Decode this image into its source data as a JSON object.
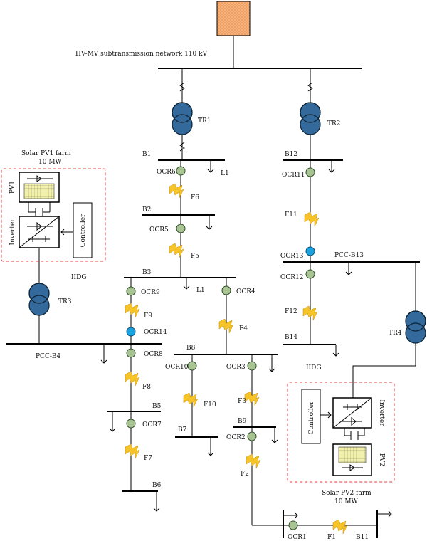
{
  "network_label": "HV-MV subtransmission network 110 kV",
  "transformers": {
    "tr1": "TR1",
    "tr2": "TR2",
    "tr3": "TR3",
    "tr4": "TR4"
  },
  "buses": {
    "b1": "B1",
    "b2": "B2",
    "b3": "B3",
    "b5": "B5",
    "b6": "B6",
    "b7": "B7",
    "b8": "B8",
    "b9": "B9",
    "b11": "B11",
    "b12": "B12",
    "b14": "B14",
    "pcc_b4": "PCC-B4",
    "pcc_b13": "PCC-B13"
  },
  "loads": {
    "l1_top": "L1",
    "l1_mid": "L1"
  },
  "relays": {
    "ocr1": "OCR1",
    "ocr2": "OCR2",
    "ocr3": "OCR3",
    "ocr4": "OCR4",
    "ocr5": "OCR5",
    "ocr6": "OCR6",
    "ocr7": "OCR7",
    "ocr8": "OCR8",
    "ocr9": "OCR9",
    "ocr10": "OCR10",
    "ocr11": "OCR11",
    "ocr12": "OCR12",
    "ocr13": "OCR13",
    "ocr14": "OCR14"
  },
  "faults": {
    "f1": "F1",
    "f2": "F2",
    "f3": "F3",
    "f4": "F4",
    "f5": "F5",
    "f6": "F6",
    "f7": "F7",
    "f8": "F8",
    "f9": "F9",
    "f10": "F10",
    "f11": "F11",
    "f12": "F12"
  },
  "pv1": {
    "title": "Solar PV1 farm",
    "capacity": "10 MW",
    "pv_label": "PV1",
    "inverter_label": "Inverter",
    "controller_label": "Controller",
    "iidg_label": "IIDG"
  },
  "pv2": {
    "title": "Solar PV2 farm",
    "capacity": "10 MW",
    "pv_label": "PV2",
    "inverter_label": "Inverter",
    "controller_label": "Controller",
    "iidg_label": "IIDG"
  },
  "colors": {
    "grid_source": "#f6b27a",
    "relay": "#a9c493",
    "pcc_relay": "#1aa3e0",
    "transformer": "#33699b",
    "fault": "#f6c428",
    "enclosure": "#e04040"
  }
}
